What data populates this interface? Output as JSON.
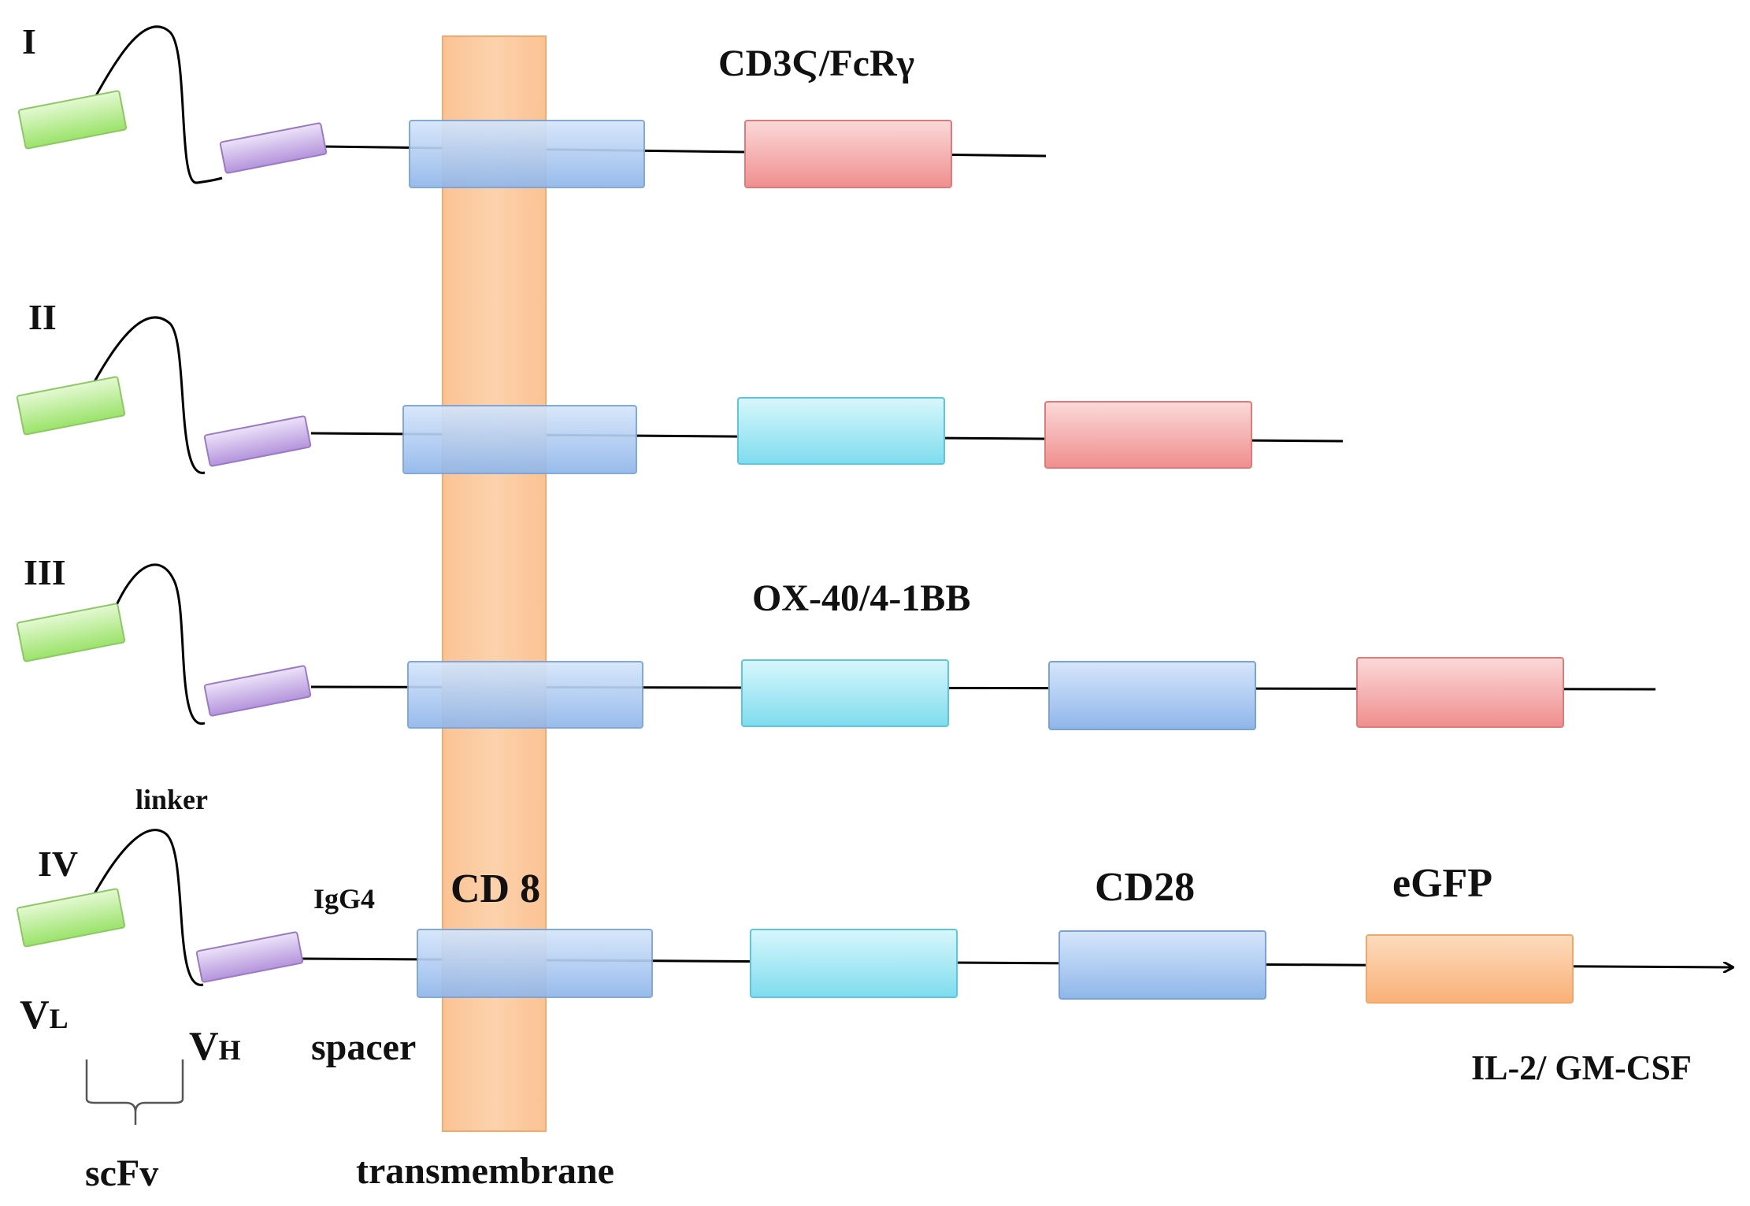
{
  "figure": {
    "generations": [
      {
        "numeral": "I",
        "stage_label": "CD3Ϛ/FcRγ"
      },
      {
        "numeral": "II",
        "stage_label": ""
      },
      {
        "numeral": "III",
        "stage_label": "OX-40/4-1BB"
      },
      {
        "numeral": "IV",
        "stage_label": ""
      }
    ],
    "labels": {
      "linker": "linker",
      "vl_main": "V",
      "vl_sub": "L",
      "vh_main": "V",
      "vh_sub": "H",
      "scfv": "scFv",
      "igg4": "IgG4",
      "spacer": "spacer",
      "cd8": "CD 8",
      "transmembrane": "transmembrane",
      "cd28": "CD28",
      "egfp": "eGFP",
      "cytokine": "IL-2/ GM-CSF"
    },
    "colors": {
      "vl_domain": "#b8ec8e",
      "vh_domain": "#c8b0e6",
      "transmembrane_band": "#fbc08e",
      "cd28_domain": "#a8c8f0",
      "costim_domain": "#9fe8f4",
      "cd3z_domain": "#f5a5a5",
      "egfp_domain": "#fbc08e",
      "line": "#000000"
    }
  }
}
